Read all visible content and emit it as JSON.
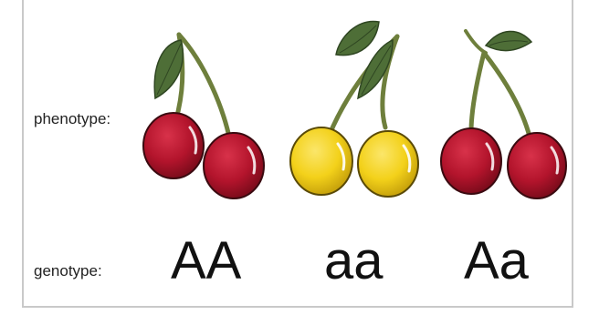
{
  "labels": {
    "phenotype": "phenotype:",
    "genotype": "genotype:"
  },
  "genotypes": [
    "AA",
    "aa",
    "Aa"
  ],
  "colors": {
    "red_cherry": "#b3142c",
    "red_cherry_dark": "#7e0c1c",
    "yellow_cherry": "#f3d11a",
    "yellow_cherry_dark": "#c9a40c",
    "leaf": "#4e6e37",
    "stem": "#6e7f3c"
  }
}
